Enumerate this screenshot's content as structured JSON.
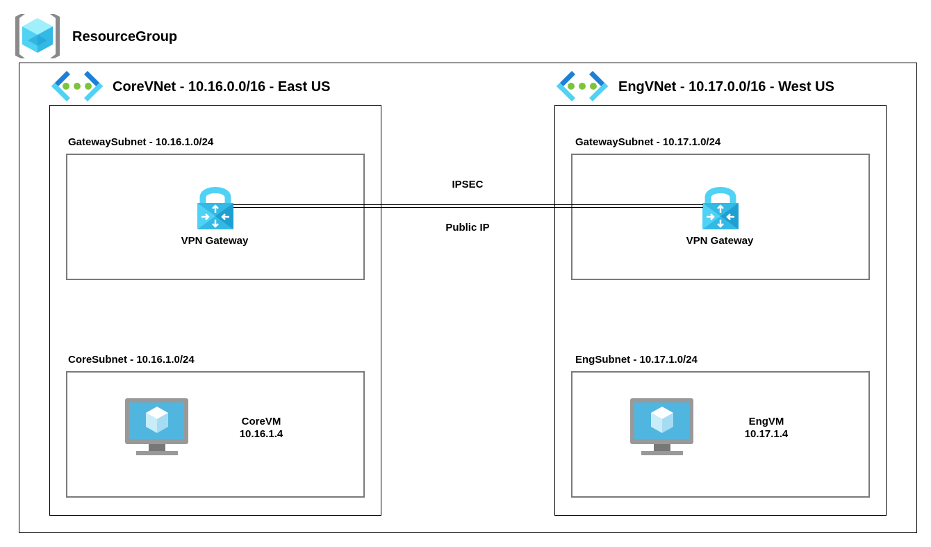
{
  "resource_group": {
    "title": "ResourceGroup",
    "icon": "resource-group-icon"
  },
  "vnets": [
    {
      "title": "CoreVNet - 10.16.0.0/16 - East US",
      "icon": "virtual-network-icon",
      "gateway_subnet": {
        "label": "GatewaySubnet - 10.16.1.0/24",
        "gateway_label": "VPN Gateway",
        "gateway_icon": "vpn-gateway-icon"
      },
      "vm_subnet": {
        "label": "CoreSubnet - 10.16.1.0/24",
        "vm_name": "CoreVM",
        "vm_ip": "10.16.1.4",
        "vm_icon": "virtual-machine-icon"
      }
    },
    {
      "title": "EngVNet - 10.17.0.0/16 - West US",
      "icon": "virtual-network-icon",
      "gateway_subnet": {
        "label": "GatewaySubnet - 10.17.1.0/24",
        "gateway_label": "VPN Gateway",
        "gateway_icon": "vpn-gateway-icon"
      },
      "vm_subnet": {
        "label": "EngSubnet - 10.17.1.0/24",
        "vm_name": "EngVM",
        "vm_ip": "10.17.1.4",
        "vm_icon": "virtual-machine-icon"
      }
    }
  ],
  "connection": {
    "top_label": "IPSEC",
    "bottom_label": "Public IP"
  },
  "colors": {
    "azure_blue": "#1e7fd6",
    "azure_light": "#50d2f5",
    "green_dot": "#7cc43c",
    "gray_frame": "#8a8a8a"
  }
}
